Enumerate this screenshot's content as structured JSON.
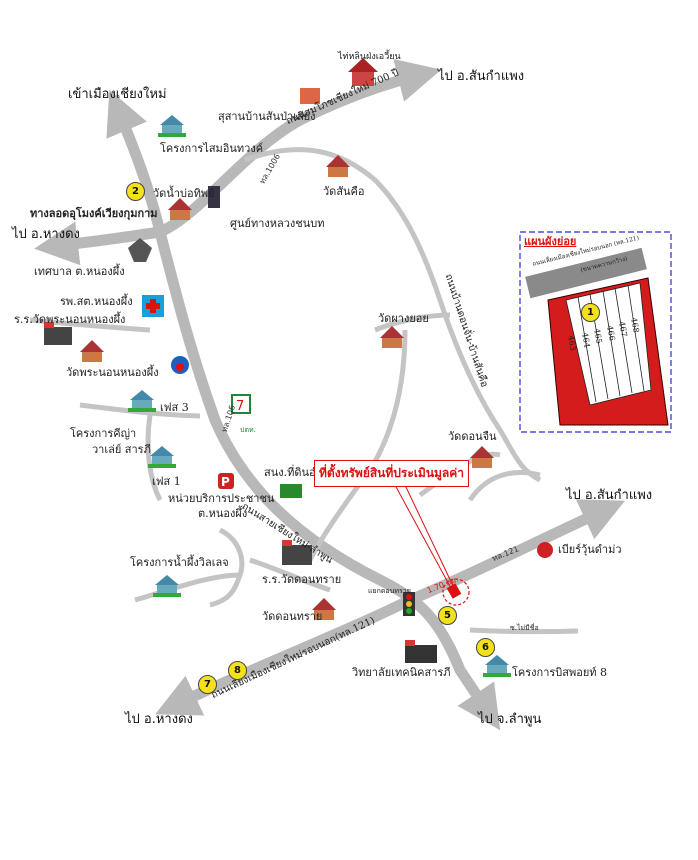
{
  "labels": {
    "to_chiangmai": "เข้าเมืองเชียงใหม่",
    "to_sankamphaeng_top": "ไป อ.สันกำแพง",
    "to_sankamphaeng_right": "ไป อ.สันกำแพง",
    "to_hangdong_left": "ไป อ.หางดง",
    "to_hangdong_bottom": "ไป อ.หางดง",
    "to_lamphun": "ไป จ.ลำพูน",
    "road_700": "ถนนสมโภชเชียงใหม่ 700 ปี",
    "road_1006": "ทล.1006",
    "road_bantai": "ถนนบ้านดอนจั่น-บ้านสันคือ",
    "road_cm_lamphun": "ถนนสายเชียงใหม่-ลำพูน",
    "road_outer_ring": "ถนนเลี่ยงเมืองเชียงใหม่รอบนอก(ทล.121)",
    "road_106": "ทล.106",
    "road_121": "ทล.121",
    "distance": "1.70 กม.",
    "soi_signal": "แยกดอนทราย",
    "soi_label": "ซ.ไม่มีชื่อ",
    "junction": "ทางลอดอุโมงค์เวียงกุมกาม",
    "hall": "ศูนย์ทางหลวงชนบท",
    "cemetery": "สุสานบ้านสันป่าเลียง",
    "pavilion": "ไท่หลินฝ่งเอวี้ยน",
    "wat_namboripat": "วัดน้ำบ่อทิพย์",
    "wat_sankue": "วัดสันคือ",
    "housing_sailom": "โครงการไสมอินทวงค์",
    "tessaban": "เทศบาล ต.หนองผึ้ง",
    "hospital": "รพ.สต.หนองผึ้ง",
    "school_wat": "ร.ร.วัดพระนอนหนองผึ้ง",
    "wat_phranon": "วัดพระนอนหนองผึ้ง",
    "phase3": "เฟส 3",
    "housing_kiti_1": "โครงการคีญ่า",
    "housing_kiti_2": "วาเล่ย์ สารภี",
    "phase1": "เฟส 1",
    "unit_service_1": "หน่วยบริการประชาชน",
    "unit_service_2": "ต.หนองผึ้ง",
    "land_office": "สนง.ที่ดินอำ",
    "housing_namphung": "โครงการน้ำผึ้งวิลเลจ",
    "school_donsai": "ร.ร.วัดดอนทราย",
    "wat_donsai": "วัดดอนทราย",
    "college": "วิทยาลัยเทคนิคสารภี",
    "wat_phayom": "วัดผางยอย",
    "wat_donchan": "วัดดอนจืน",
    "beer_shop": "เบียร์วุ้นดำม่ว",
    "housing_bisod": "โครงการบิสพอยท์ 8",
    "callout": "ที่ตั้งทรัพย์สินที่ประเมินมูลค่า",
    "inset_title": "แผนผังย่อย",
    "inset_road": "ถนนเลี่ยงเมืองเชียงใหม่รอบนอก (ทล.121)",
    "inset_sub": "(ขนาดความกว้าง)",
    "seven_text": "ปตท.",
    "lots": [
      "463",
      "464",
      "465",
      "466",
      "467",
      "468"
    ]
  },
  "markers": [
    "1",
    "2",
    "5",
    "6",
    "7",
    "8"
  ],
  "colors": {
    "road": "#b8b8b8",
    "minor_road": "#c4c4c4",
    "accent": "#d11",
    "marker": "#f3e21a",
    "inset_border": "#2b2bd6"
  },
  "icons": [
    "temple-icon",
    "house-icon",
    "hospital-icon",
    "traffic-light-icon",
    "school-icon",
    "parking-icon",
    "seven-eleven-icon",
    "garuda-icon",
    "gas-icon",
    "beer-icon"
  ]
}
